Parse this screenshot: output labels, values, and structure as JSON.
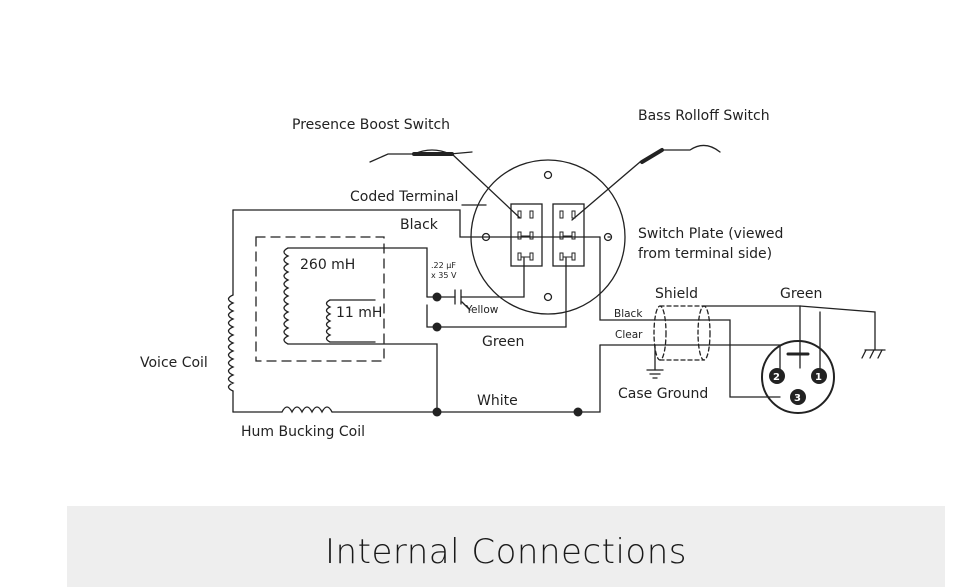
{
  "labels": {
    "presence_boost_switch": "Presence Boost Switch",
    "bass_rolloff_switch": "Bass Rolloff Switch",
    "coded_terminal": "Coded Terminal",
    "black_top": "Black",
    "switch_plate_line1": "Switch Plate (viewed",
    "switch_plate_line2": "from terminal side)",
    "inductance_260": "260 mH",
    "inductance_11": "11 mH",
    "cap_value_line1": ".22 µF",
    "cap_value_line2": "x 35 V",
    "yellow": "Yellow",
    "green_mid": "Green",
    "voice_coil": "Voice Coil",
    "white": "White",
    "hum_bucking_coil": "Hum Bucking Coil",
    "shield": "Shield",
    "green_right": "Green",
    "black_right": "Black",
    "clear": "Clear",
    "case_ground": "Case Ground",
    "pin_1": "1",
    "pin_2": "2",
    "pin_3": "3"
  },
  "caption": "Internal Connections",
  "colors": {
    "line": "#222222",
    "caption_bg": "#eeeeee"
  }
}
